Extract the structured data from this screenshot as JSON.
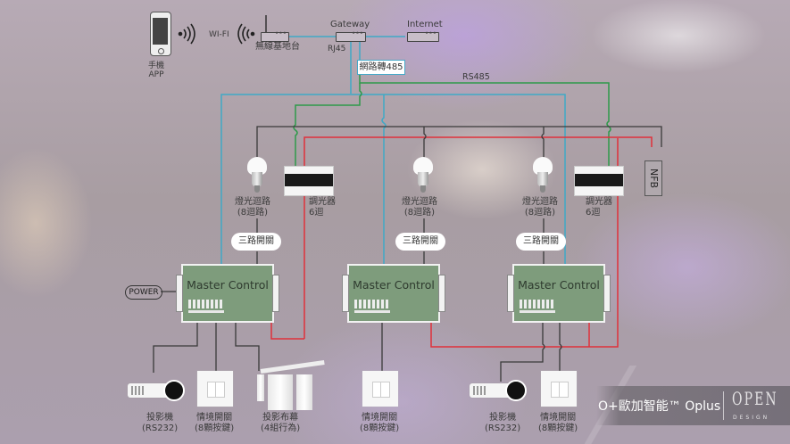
{
  "header": {
    "phone_label_line1": "手機",
    "phone_label_line2": "APP",
    "wifi_label": "WI-FI",
    "router_label": "無線基地台",
    "gateway_label": "Gateway",
    "rj45_label": "RJ45",
    "internet_label": "Internet",
    "converter_label": "網路轉485",
    "rs485_label": "RS485"
  },
  "zones": [
    {
      "bulb_label_line1": "燈光迴路",
      "bulb_label_line2": "(8迴路)",
      "dimmer_label_line1": "調光器",
      "dimmer_label_line2": "6迴",
      "switch_pill": "三路開關",
      "controller": "Master Control"
    },
    {
      "bulb_label_line1": "燈光迴路",
      "bulb_label_line2": "(8迴路)",
      "switch_pill": "三路開關",
      "controller": "Master Control"
    },
    {
      "bulb_label_line1": "燈光迴路",
      "bulb_label_line2": "(8迴路)",
      "dimmer_label_line1": "調光器",
      "dimmer_label_line2": "6迴",
      "switch_pill": "三路開關",
      "controller": "Master Control"
    }
  ],
  "power_label": "POWER",
  "nfb_label": "NFB",
  "devices": [
    {
      "name": "投影機",
      "detail": "(RS232)"
    },
    {
      "name": "情境開關",
      "detail": "(8顆按鍵)"
    },
    {
      "name": "投影布幕",
      "detail": "(4組行為)"
    },
    {
      "name": "情境開關",
      "detail": "(8顆按鍵)"
    },
    {
      "name": "投影機",
      "detail": "(RS232)"
    },
    {
      "name": "情境開關",
      "detail": "(8顆按鍵)"
    }
  ],
  "brand": {
    "text": "O+歐加智能™ Oplus",
    "logo_main": "OPEN",
    "logo_sub": "DESIGN"
  },
  "colors": {
    "ethernet": "#3fa9c6",
    "rs485": "#2e9a4a",
    "power": "#e0313a",
    "signal": "#3a3a3a"
  }
}
